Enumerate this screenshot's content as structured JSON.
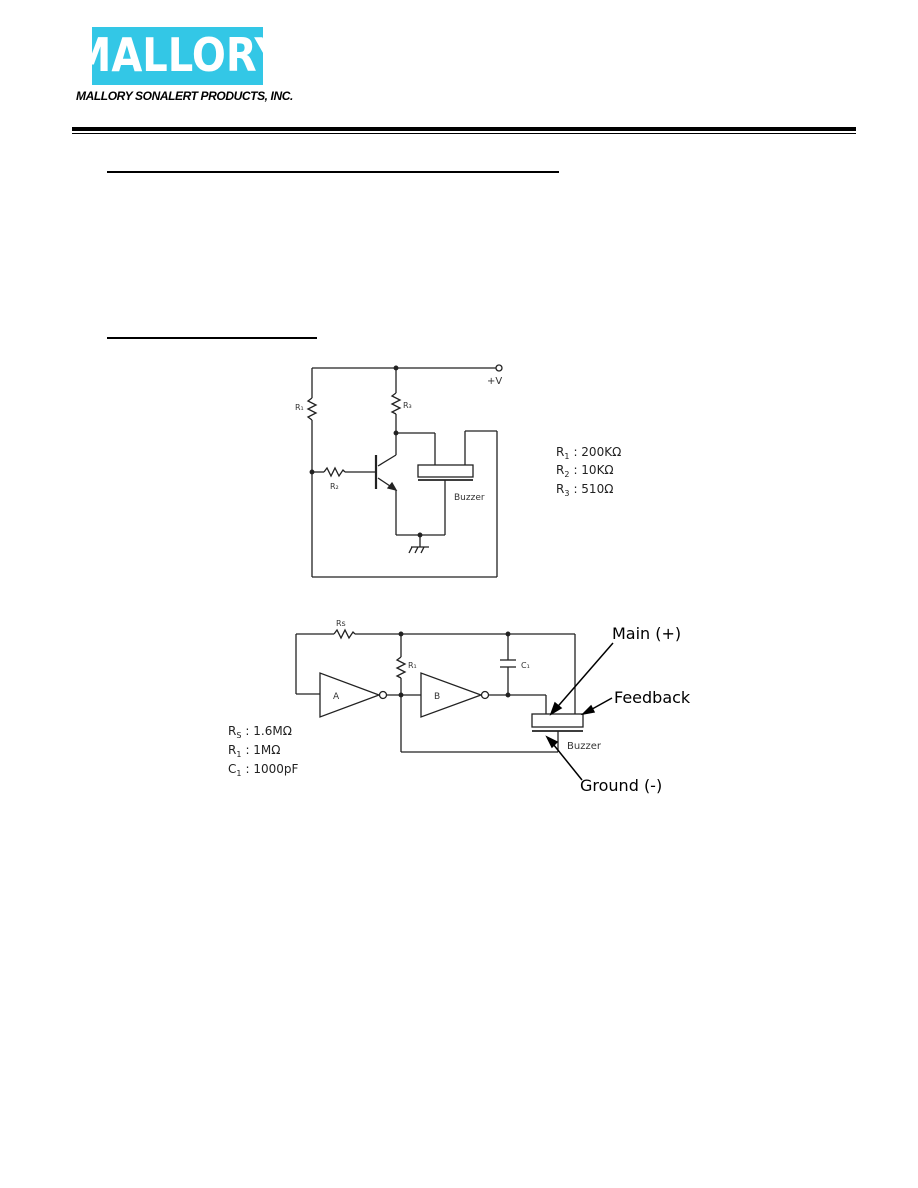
{
  "header": {
    "logo_text": "MALLORY",
    "company_name": "MALLORY SONALERT PRODUCTS, INC.",
    "brand_color": "#33c7e6"
  },
  "circuit1": {
    "supply_label": "+V",
    "r1_label": "R₁",
    "r2_label": "R₂",
    "r3_label": "R₃",
    "buzzer_label": "Buzzer",
    "values": [
      {
        "name": "R",
        "sub": "1",
        "value": ": 200KΩ"
      },
      {
        "name": "R",
        "sub": "2",
        "value": ": 10KΩ"
      },
      {
        "name": "R",
        "sub": "3",
        "value": ": 510Ω"
      }
    ]
  },
  "circuit2": {
    "rs_label": "Rs",
    "r1_label": "R₁",
    "c1_label": "C₁",
    "gate_a_label": "A",
    "gate_b_label": "B",
    "buzzer_label": "Buzzer",
    "values": [
      {
        "name": "R",
        "sub": "S",
        "value": ": 1.6MΩ"
      },
      {
        "name": "R",
        "sub": "1",
        "value": ": 1MΩ"
      },
      {
        "name": "C",
        "sub": "1",
        "value": ": 1000pF"
      }
    ],
    "callouts": {
      "main": "Main (+)",
      "feedback": "Feedback",
      "ground": "Ground (-)"
    }
  }
}
